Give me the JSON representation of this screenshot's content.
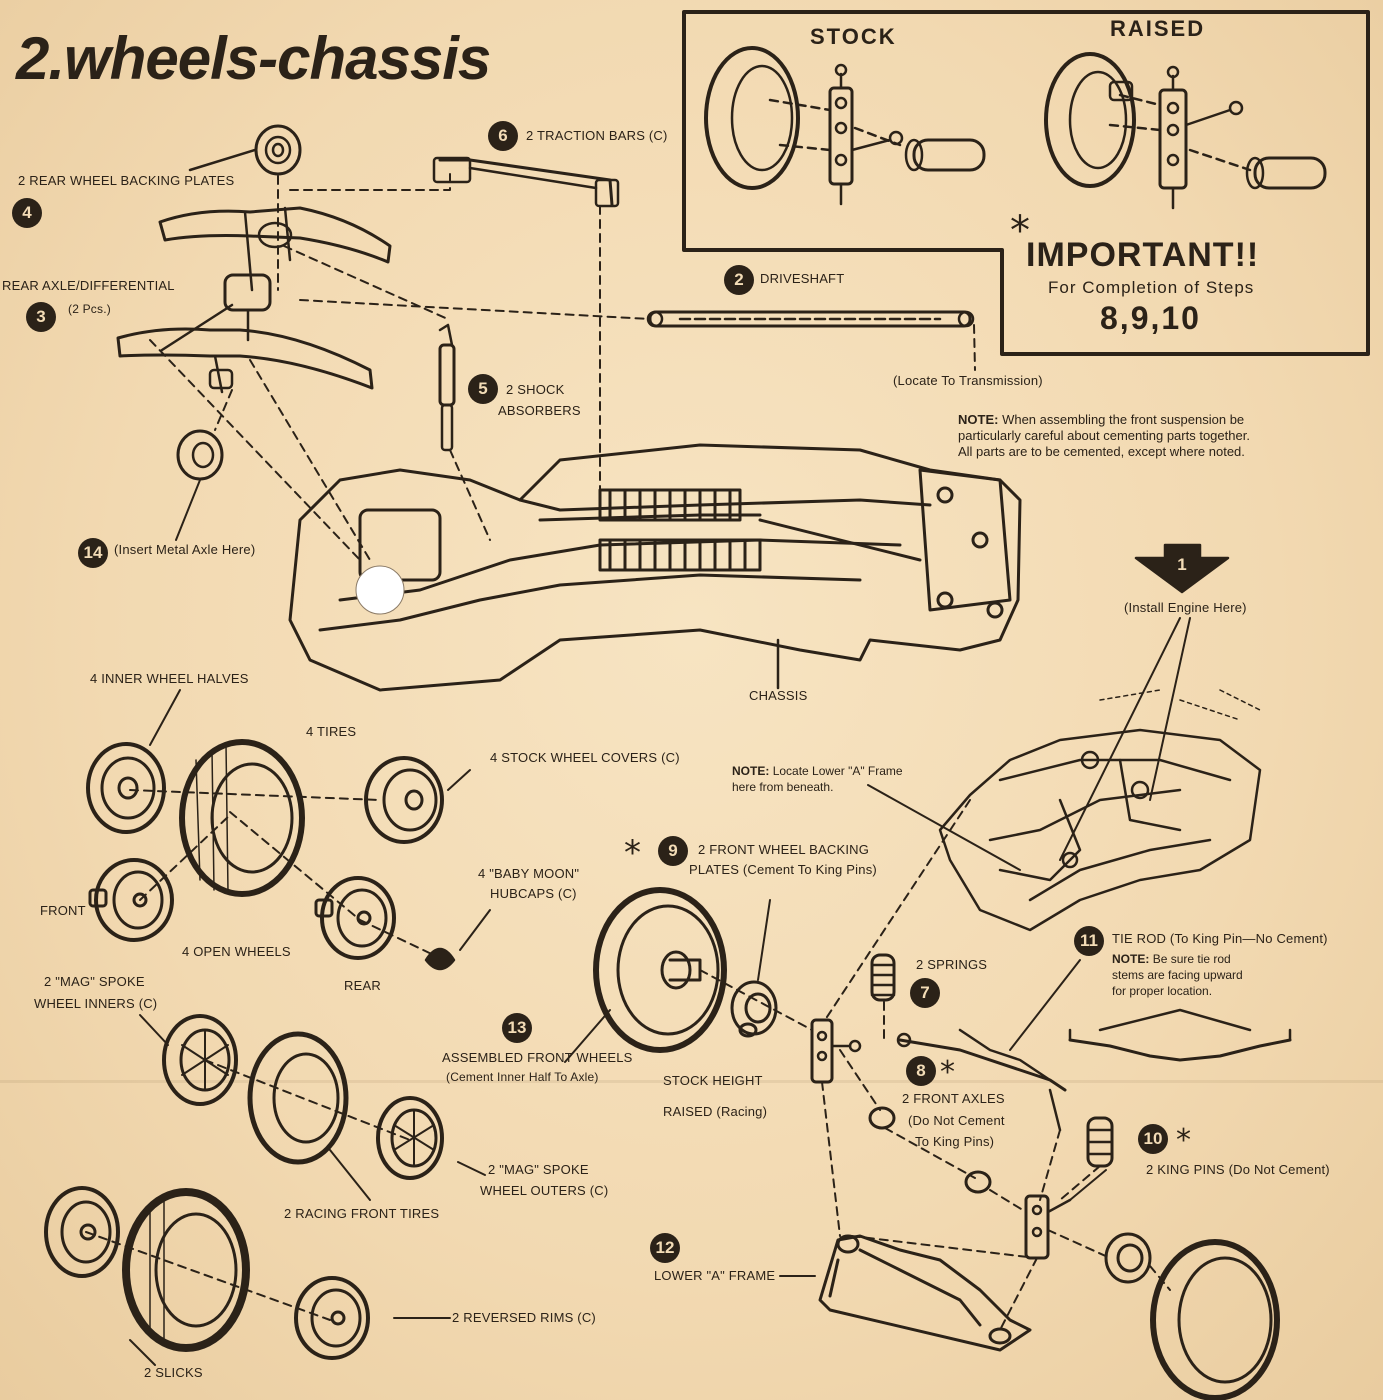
{
  "title": "2.wheels-chassis",
  "callout": {
    "stock": "STOCK",
    "raised": "RAISED",
    "important": "IMPORTANT!!",
    "for_completion": "For Completion of Steps",
    "steps": "8,9,10"
  },
  "note_front": {
    "lead": "NOTE:",
    "text_1": "When assembling the front suspension be",
    "text_2": "particularly careful about cementing parts together.",
    "text_3": "All parts are to be cemented, except where noted."
  },
  "note_a_frame": {
    "lead": "NOTE:",
    "text_1": "Locate Lower \"A\" Frame",
    "text_2": "here from beneath."
  },
  "note_tie_rod": {
    "lead": "NOTE:",
    "text_1": "Be sure tie rod",
    "text_2": "stems are facing upward",
    "text_3": "for proper location."
  },
  "steps": [
    {
      "n": "1",
      "label": "(Install Engine Here)"
    },
    {
      "n": "2",
      "label": "DRIVESHAFT"
    },
    {
      "n": "3",
      "label_1": "REAR AXLE/DIFFERENTIAL",
      "label_2": "(2 Pcs.)"
    },
    {
      "n": "4",
      "label": "2 REAR WHEEL BACKING PLATES"
    },
    {
      "n": "5",
      "label_1": "2 SHOCK",
      "label_2": "ABSORBERS"
    },
    {
      "n": "6",
      "label": "2 TRACTION BARS (C)"
    },
    {
      "n": "7",
      "label": "2 SPRINGS"
    },
    {
      "n": "8",
      "label_1": "2 FRONT AXLES",
      "label_2": "(Do Not Cement",
      "label_3": "To King Pins)"
    },
    {
      "n": "9",
      "label_1": "2 FRONT WHEEL BACKING",
      "label_2": "PLATES (Cement To King Pins)"
    },
    {
      "n": "10",
      "label": "2 KING PINS (Do Not Cement)"
    },
    {
      "n": "11",
      "label": "TIE ROD (To King Pin—No Cement)"
    },
    {
      "n": "12",
      "label": "LOWER \"A\" FRAME"
    },
    {
      "n": "13",
      "label_1": "ASSEMBLED FRONT WHEELS",
      "label_2": "(Cement Inner Half To Axle)"
    },
    {
      "n": "14",
      "label": "(Insert Metal Axle Here)"
    }
  ],
  "labels": {
    "locate_transmission": "(Locate To Transmission)",
    "chassis": "CHASSIS",
    "inner_wheel_halves": "4 INNER WHEEL HALVES",
    "tires": "4 TIRES",
    "stock_wheel_covers": "4 STOCK WHEEL COVERS (C)",
    "baby_moon_1": "4 \"BABY MOON\"",
    "baby_moon_2": "HUBCAPS (C)",
    "front": "FRONT",
    "open_wheels": "4 OPEN WHEELS",
    "rear": "REAR",
    "mag_inners_1": "2 \"MAG\" SPOKE",
    "mag_inners_2": "WHEEL INNERS (C)",
    "mag_outers_1": "2 \"MAG\" SPOKE",
    "mag_outers_2": "WHEEL OUTERS (C)",
    "racing_front_tires": "2 RACING FRONT TIRES",
    "slicks": "2 SLICKS",
    "reversed_rims": "2 REVERSED RIMS (C)",
    "stock_height": "STOCK HEIGHT",
    "raised_racing": "RAISED (Racing)"
  },
  "colors": {
    "paper": "#f3dcb6",
    "ink": "#2b2218"
  }
}
